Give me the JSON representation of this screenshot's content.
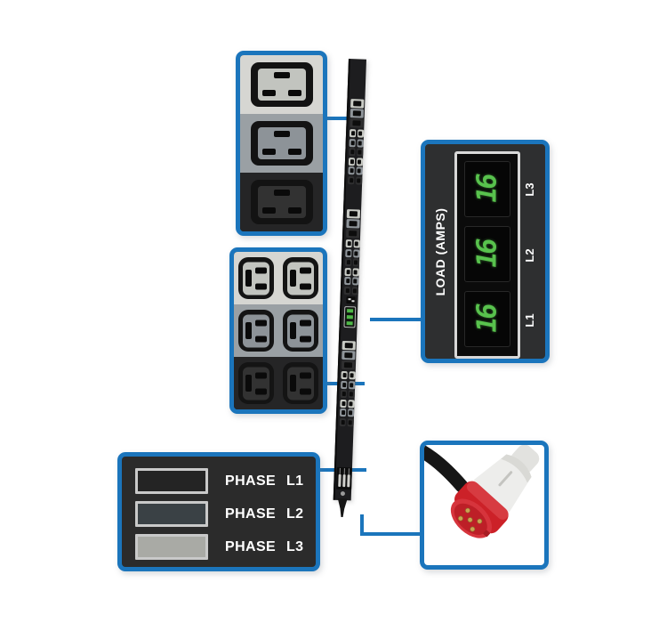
{
  "colors": {
    "accent_blue": "#1b75bc",
    "digit_green": "#58c24d",
    "panel_dark": "#2b2b2b",
    "strip_black": "#1d1d1f"
  },
  "meter": {
    "title": "LOAD (AMPS)",
    "readings": [
      {
        "label": "L3",
        "value": "16"
      },
      {
        "label": "L2",
        "value": "16"
      },
      {
        "label": "L1",
        "value": "16"
      }
    ]
  },
  "legend": {
    "items": [
      {
        "label": "PHASE L1",
        "swatch": "#242424"
      },
      {
        "label": "PHASE L2",
        "swatch": "#3a4145"
      },
      {
        "label": "PHASE L3",
        "swatch": "#a9aaa5"
      }
    ]
  },
  "callouts": {
    "c19_outlet_modules": 3,
    "c13_outlet_rows": 3,
    "c13_outlet_cols": 2
  },
  "strip": {
    "groups": 3,
    "c19_per_group": 3,
    "c13_rows_per_group": 6,
    "c13_cols": 2
  },
  "icons": {
    "plug": "red-industrial-power-plug-icon",
    "outlet_c19": "c19-outlet-icon",
    "outlet_c13": "c13-outlet-icon"
  }
}
